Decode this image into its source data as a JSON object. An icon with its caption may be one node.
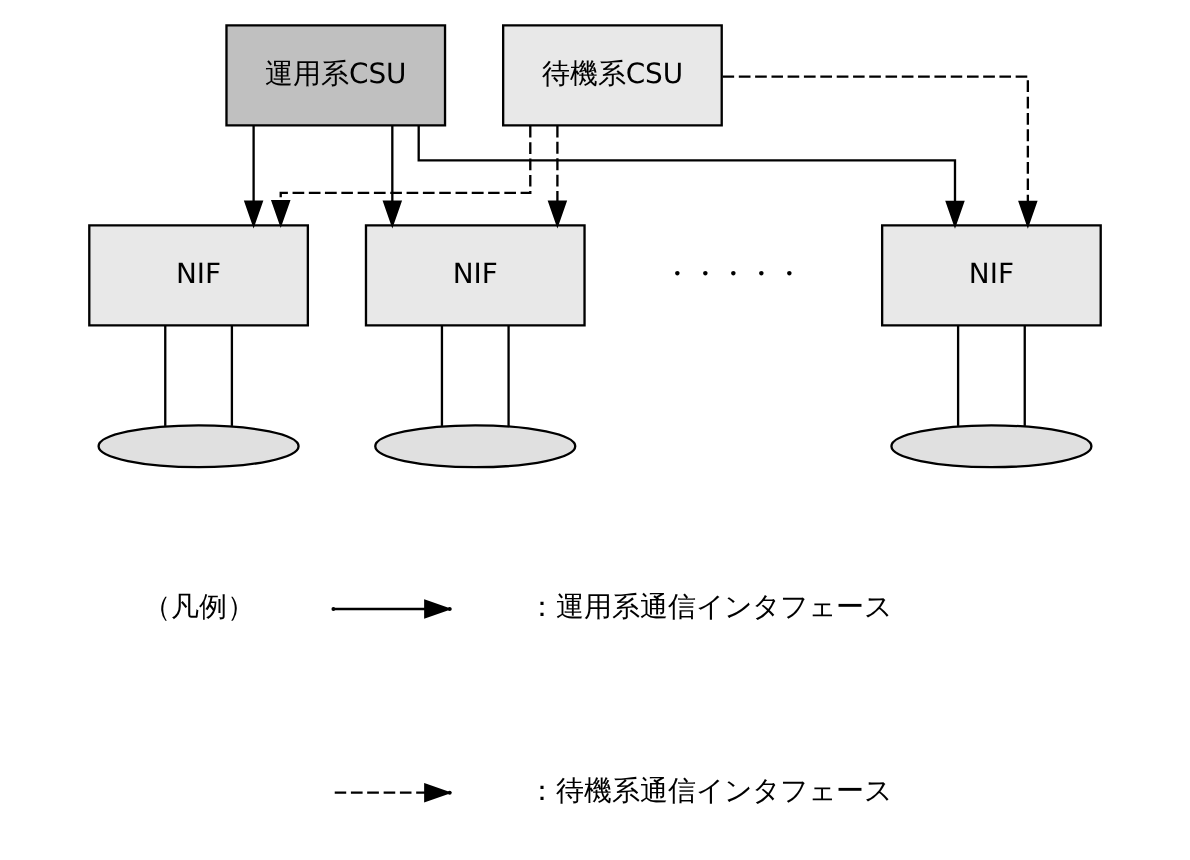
{
  "diagram": {
    "nodes": [
      {
        "text": [
          "運用系CSU"
        ]
      },
      {
        "text": [
          "待機系CSU"
        ]
      },
      {
        "text": [
          "NIF"
        ]
      },
      {
        "text": [
          "NIF"
        ]
      },
      {
        "text": [
          "NIF"
        ]
      },
      {
        "text": [],
        "shape": "ellipse"
      },
      {
        "text": [],
        "shape": "ellipse"
      },
      {
        "text": [],
        "shape": "ellipse"
      }
    ],
    "edges": [
      {
        "from": 0,
        "to": 2,
        "arrow": "to"
      },
      {
        "from": 1,
        "to": 2,
        "arrow": "to",
        "style": "dashed"
      },
      {
        "from": 0,
        "to": 3,
        "arrow": "to"
      },
      {
        "from": 1,
        "to": 3,
        "arrow": "to",
        "style": "dashed"
      },
      {
        "from": 0,
        "to": 4,
        "arrow": "to"
      },
      {
        "from": 1,
        "to": 4,
        "arrow": "to",
        "style": "dashed"
      },
      {
        "from": 2,
        "to": 5,
        "arrow": "none"
      },
      {
        "from": 2,
        "to": 5,
        "arrow": "none"
      },
      {
        "from": 3,
        "to": 6,
        "arrow": "none"
      },
      {
        "from": 3,
        "to": 6,
        "arrow": "none"
      },
      {
        "from": 4,
        "to": 7,
        "arrow": "none"
      },
      {
        "from": 4,
        "to": 7,
        "arrow": "none"
      }
    ],
    "labels": [
      "・・・・・",
      "（凡例）"
    ],
    "legend": [
      {
        "text": "：運用系通信インタフェース"
      },
      {
        "text": "：待機系通信インタフェース"
      }
    ]
  }
}
